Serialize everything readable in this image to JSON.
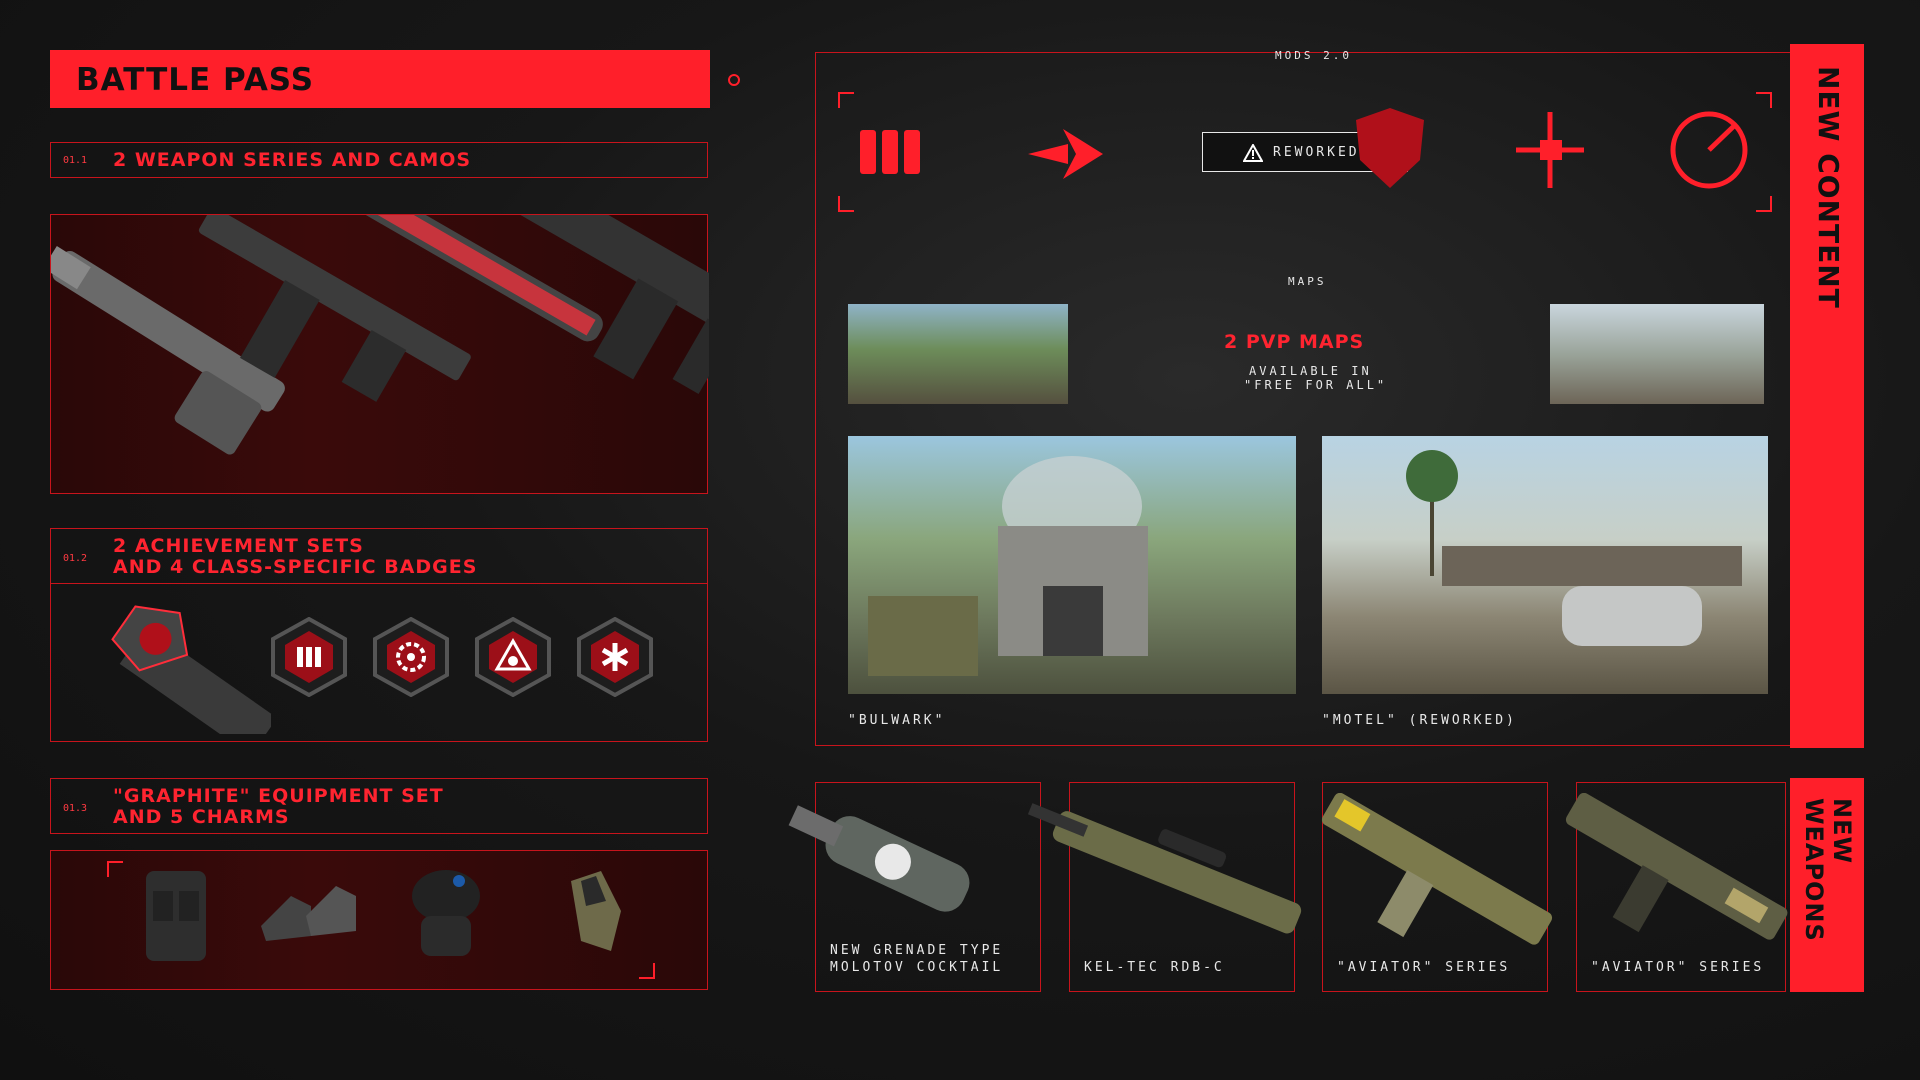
{
  "battle_pass": {
    "title": "BATTLE PASS",
    "sections": [
      {
        "num": "01.1",
        "title": "2 WEAPON SERIES AND CAMOS"
      },
      {
        "num": "01.2",
        "title_line1": "2 ACHIEVEMENT SETS",
        "title_line2": "AND 4 CLASS-SPECIFIC BADGES"
      },
      {
        "num": "01.3",
        "title_line1": "\"GRAPHITE\" EQUIPMENT SET",
        "title_line2": "AND 5 CHARMS"
      }
    ]
  },
  "new_content": {
    "side_label": "NEW CONTENT",
    "mods": {
      "label": "MODS 2.0",
      "reworked_badge": "REWORKED"
    },
    "maps": {
      "label": "MAPS",
      "headline": "2 PVP MAPS",
      "sub_line1": "AVAILABLE IN",
      "sub_line2": "\"FREE FOR ALL\"",
      "captions": [
        "\"BULWARK\"",
        "\"MOTEL\" (REWORKED)"
      ]
    }
  },
  "new_weapons": {
    "side_label_line1": "NEW",
    "side_label_line2": "WEAPONS",
    "cards": [
      {
        "line1": "NEW GRENADE TYPE",
        "line2": "MOLOTOV COCKTAIL"
      },
      {
        "line1": "KEL-TEC RDB-C"
      },
      {
        "line1": "\"AVIATOR\" SERIES"
      },
      {
        "line1": "\"AVIATOR\" SERIES"
      }
    ]
  },
  "colors": {
    "accent": "#ff1f2a",
    "background": "#151515",
    "band": "#3a0a0a"
  },
  "icons": [
    "ammo-icon",
    "arrow-speed-icon",
    "warning-icon",
    "shield-icon",
    "crosshair-icon",
    "gauge-icon"
  ]
}
